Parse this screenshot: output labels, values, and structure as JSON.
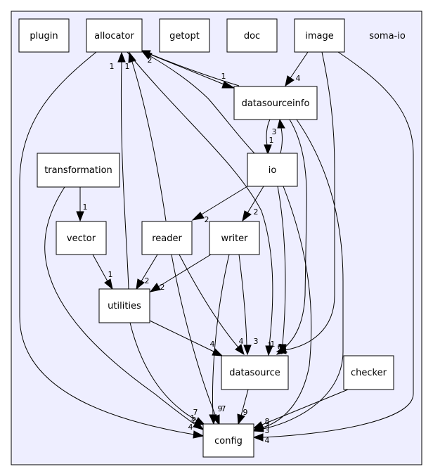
{
  "cluster": {
    "label": "soma-io"
  },
  "nodes": {
    "plugin": "plugin",
    "allocator": "allocator",
    "getopt": "getopt",
    "doc": "doc",
    "image": "image",
    "datasourceinfo": "datasourceinfo",
    "io": "io",
    "transformation": "transformation",
    "vector": "vector",
    "reader": "reader",
    "writer": "writer",
    "utilities": "utilities",
    "datasource": "datasource",
    "checker": "checker",
    "config": "config"
  },
  "edges": [
    {
      "from": "allocator",
      "to": "datasourceinfo",
      "label": "1"
    },
    {
      "from": "allocator",
      "to": "datasource",
      "label": "1"
    },
    {
      "from": "allocator",
      "to": "config",
      "label": "4"
    },
    {
      "from": "image",
      "to": "datasourceinfo",
      "label": "4"
    },
    {
      "from": "image",
      "to": "datasource",
      "label": "6"
    },
    {
      "from": "image",
      "to": "config",
      "label": "4"
    },
    {
      "from": "datasourceinfo",
      "to": "allocator",
      "label": "2"
    },
    {
      "from": "datasourceinfo",
      "to": "io",
      "label": "1"
    },
    {
      "from": "datasourceinfo",
      "to": "datasource",
      "label": "1"
    },
    {
      "from": "datasourceinfo",
      "to": "config",
      "label": "3"
    },
    {
      "from": "io",
      "to": "allocator",
      "label": "2"
    },
    {
      "from": "io",
      "to": "datasourceinfo",
      "label": "3"
    },
    {
      "from": "io",
      "to": "reader",
      "label": "2"
    },
    {
      "from": "io",
      "to": "writer",
      "label": "2"
    },
    {
      "from": "io",
      "to": "datasource",
      "label": "1"
    },
    {
      "from": "io",
      "to": "config",
      "label": "8"
    },
    {
      "from": "transformation",
      "to": "vector",
      "label": "1"
    },
    {
      "from": "transformation",
      "to": "config",
      "label": "1"
    },
    {
      "from": "vector",
      "to": "utilities",
      "label": "1"
    },
    {
      "from": "reader",
      "to": "allocator",
      "label": "1"
    },
    {
      "from": "reader",
      "to": "utilities",
      "label": "2"
    },
    {
      "from": "reader",
      "to": "datasource",
      "label": "4"
    },
    {
      "from": "reader",
      "to": "config",
      "label": "9"
    },
    {
      "from": "writer",
      "to": "utilities",
      "label": "2"
    },
    {
      "from": "writer",
      "to": "datasource",
      "label": "3"
    },
    {
      "from": "writer",
      "to": "config",
      "label": "7"
    },
    {
      "from": "utilities",
      "to": "allocator",
      "label": "1"
    },
    {
      "from": "utilities",
      "to": "datasource",
      "label": "4"
    },
    {
      "from": "utilities",
      "to": "config",
      "label": "7"
    },
    {
      "from": "datasource",
      "to": "config",
      "label": "9"
    },
    {
      "from": "checker",
      "to": "config",
      "label": "3"
    }
  ]
}
